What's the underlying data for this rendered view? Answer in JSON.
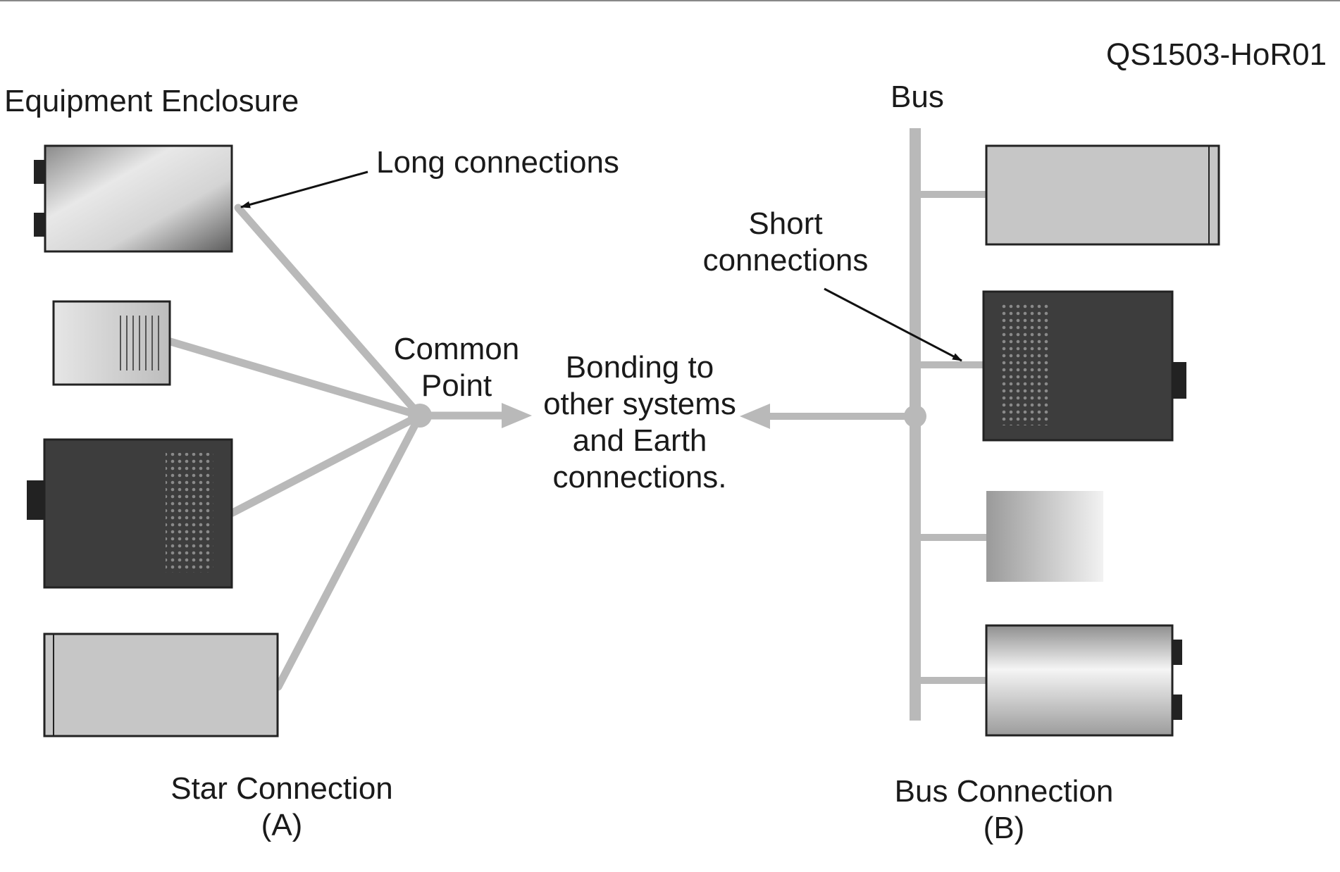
{
  "figure_id": "QS1503-HoR01",
  "labels": {
    "equipment_enclosure": "Equipment Enclosure",
    "long_connections": "Long connections",
    "common_point_line1": "Common",
    "common_point_line2": "Point",
    "bonding_line1": "Bonding to",
    "bonding_line2": "other systems",
    "bonding_line3": "and Earth",
    "bonding_line4": "connections.",
    "bus": "Bus",
    "short_connections_line1": "Short",
    "short_connections_line2": "connections",
    "star_caption_line1": "Star Connection",
    "star_caption_line2": "(A)",
    "bus_caption_line1": "Bus Connection",
    "bus_caption_line2": "(B)"
  },
  "colors": {
    "connector_gray": "#b9b9b9",
    "enclosure_dark": "#3d3d3d",
    "enclosure_light": "#cfcfcf",
    "arrow_black": "#111111",
    "text": "#1a1a1a"
  }
}
